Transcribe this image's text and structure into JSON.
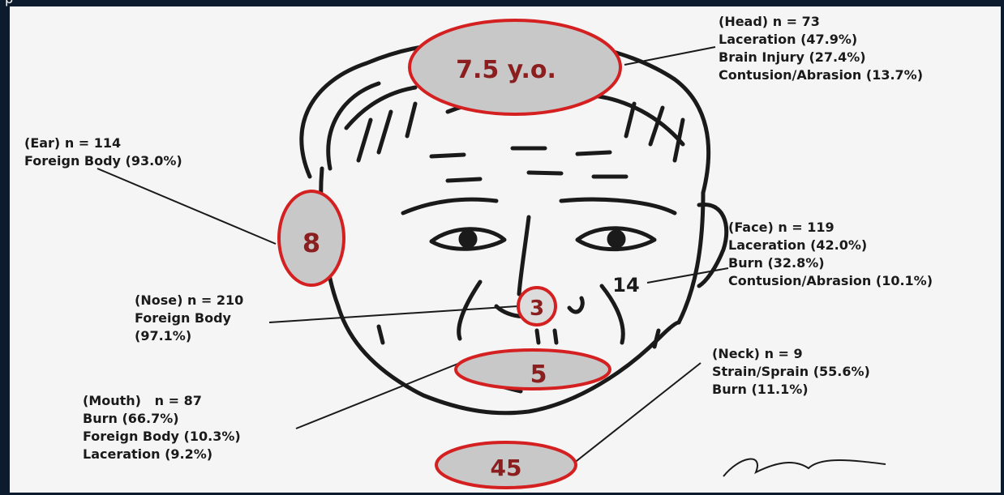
{
  "top_text": "p",
  "age_label": "7.5 y.o.",
  "regions": {
    "head": {
      "title": "(Head) n = 73",
      "lines": [
        "Laceration (47.9%)",
        "Brain Injury (27.4%)",
        "Contusion/Abrasion (13.7%)"
      ]
    },
    "ear": {
      "title": "(Ear) n = 114",
      "lines": [
        "Foreign Body (93.0%)"
      ],
      "value": "8"
    },
    "face": {
      "title": "(Face) n = 119",
      "lines": [
        "Laceration (42.0%)",
        "Burn (32.8%)",
        "Contusion/Abrasion (10.1%)"
      ],
      "value": "14"
    },
    "nose": {
      "title": "(Nose) n = 210",
      "lines": [
        "Foreign Body",
        "(97.1%)"
      ],
      "value": "3"
    },
    "neck": {
      "title": "(Neck) n = 9",
      "lines": [
        "Strain/Sprain (55.6%)",
        "Burn (11.1%)"
      ],
      "value": "45"
    },
    "mouth": {
      "title": "(Mouth)   n = 87",
      "lines": [
        "Burn (66.7%)",
        "Foreign Body (10.3%)",
        "Laceration (9.2%)"
      ],
      "value": "5"
    }
  },
  "colors": {
    "ring": "#d42020",
    "fill": "#c8c8c8",
    "value_text": "#8b1e1e",
    "frame": "#0d1b2e",
    "ink": "#1a1a1a"
  }
}
